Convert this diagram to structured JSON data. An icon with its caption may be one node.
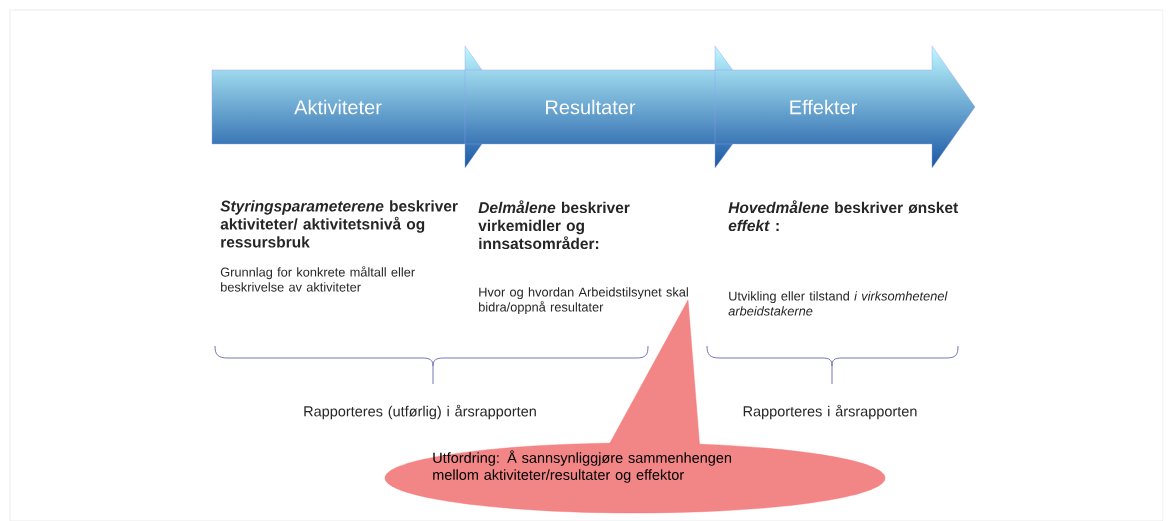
{
  "diagram": {
    "nodes": [
      {
        "text": [
          "Aktiviteter"
        ]
      },
      {
        "text": [
          "Resultater"
        ]
      },
      {
        "text": [
          "Effekter"
        ]
      },
      {
        "text": [
          "Utfordring: Å  sannsynliggjøre sammenhengen mellom aktiviteter/resultater og effektor"
        ]
      }
    ],
    "labels": [
      "*Styringsparameterene* beskriver aktiviteter/ aktivitetsnivå og ressursbruk",
      "Grunnlag for konkrete måltall eller beskrivelse av aktiviteter",
      "*Delmålene* beskriver virkemidler og innsatsområder:",
      "Hvor og hvordan Arbeidstilsynet skal bidra/oppnå resultater",
      "*Hovedmålene* beskriver ønsket *effekt* :",
      "Utvikling eller tilstand *i virksomhetenel arbeidstakerne*",
      "Rapporteres (utførlig) i årsrapporten",
      "Rapporteres i årsrapporten"
    ]
  }
}
